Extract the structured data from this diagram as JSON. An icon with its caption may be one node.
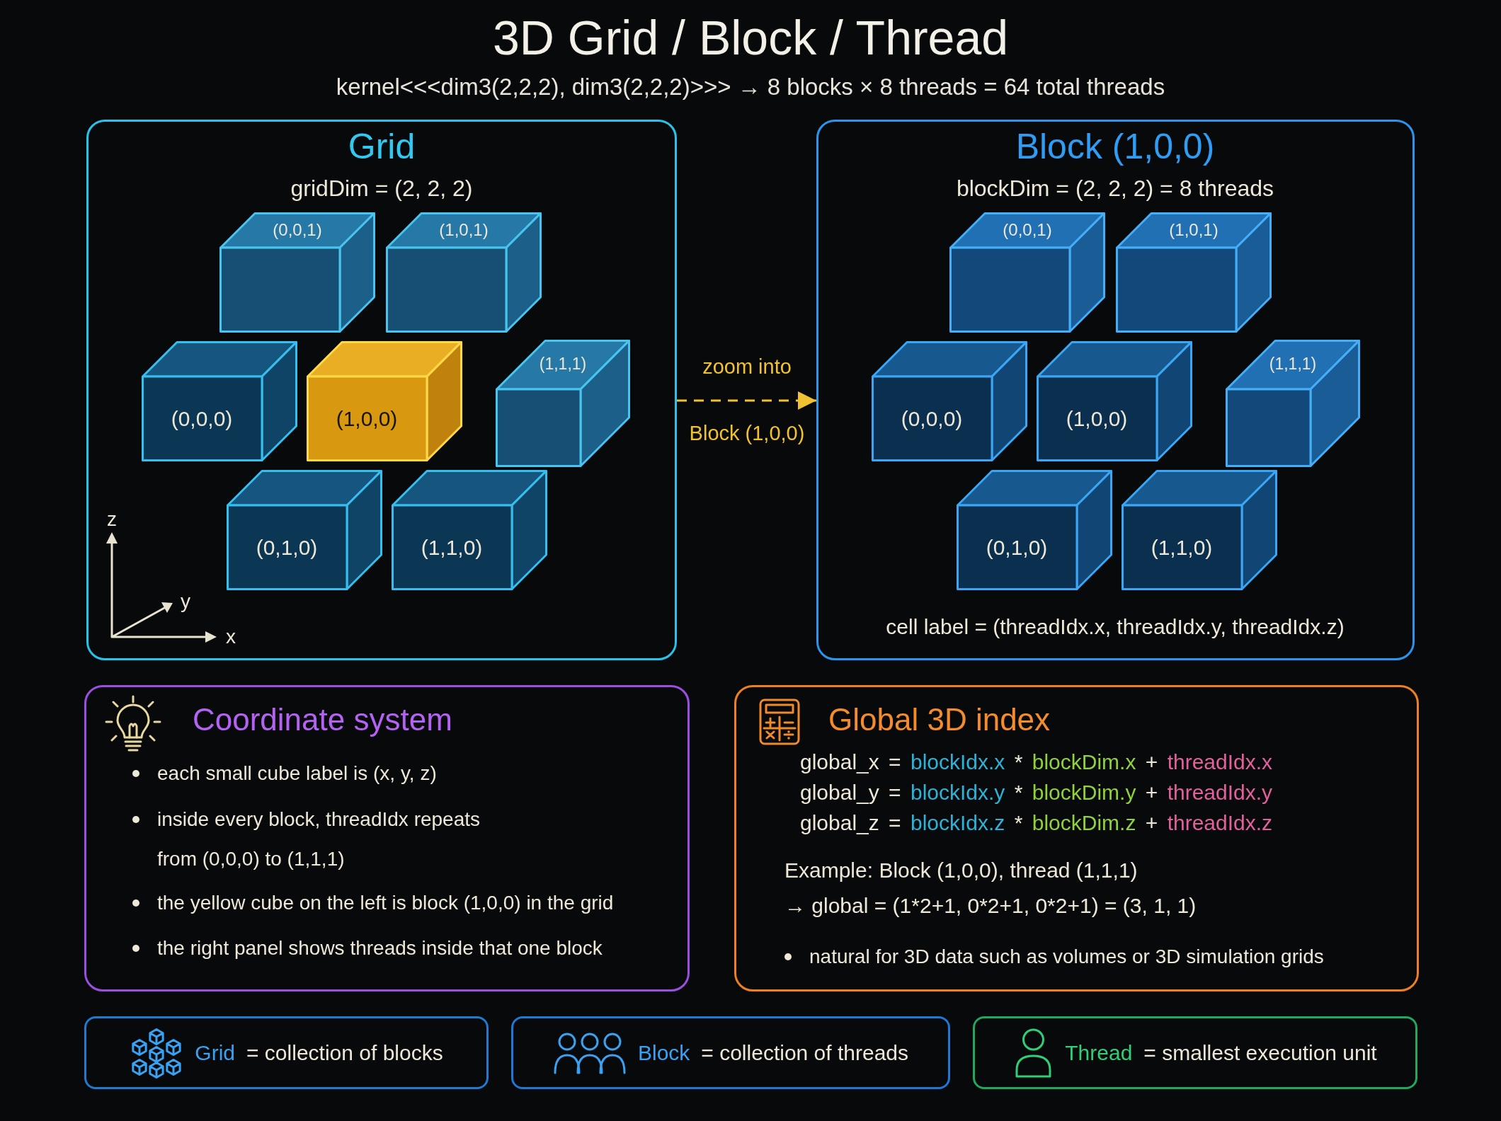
{
  "diagram": {
    "title": "3D Grid / Block / Thread",
    "nodes": [
      {
        "text": [
          "Grid",
          "gridDim = (2, 2, 2)"
        ]
      },
      {
        "text": [
          "(0,0,1)"
        ],
        "in": 0
      },
      {
        "text": [
          "(1,0,1)"
        ],
        "in": 0
      },
      {
        "text": [
          "(0,0,0)"
        ],
        "in": 0
      },
      {
        "text": [
          "(1,0,0)"
        ],
        "in": 0
      },
      {
        "text": [
          "(1,1,1)"
        ],
        "in": 0
      },
      {
        "text": [
          "(0,1,0)"
        ],
        "in": 0
      },
      {
        "text": [
          "(1,1,0)"
        ],
        "in": 0
      },
      {
        "text": [
          "Block (1,0,0)",
          "blockDim = (2, 2, 2) = 8 threads",
          "cell label = (threadIdx.x, threadIdx.y, threadIdx.z)"
        ]
      },
      {
        "text": [
          "(0,0,1)"
        ],
        "in": 8
      },
      {
        "text": [
          "(1,0,1)"
        ],
        "in": 8
      },
      {
        "text": [
          "(0,0,0)"
        ],
        "in": 8
      },
      {
        "text": [
          "(1,0,0)"
        ],
        "in": 8
      },
      {
        "text": [
          "(1,1,1)"
        ],
        "in": 8
      },
      {
        "text": [
          "(0,1,0)"
        ],
        "in": 8
      },
      {
        "text": [
          "(1,1,0)"
        ],
        "in": 8
      },
      {
        "text": [
          "Coordinate system",
          "each small cube label is (x, y, z)",
          "inside every block, threadIdx repeats from (0,0,0) to (1,1,1)",
          "the yellow cube on the left is block (1,0,0) in the grid",
          "the right panel shows threads inside that one block"
        ]
      },
      {
        "text": [
          "Global 3D index",
          "global_x = blockIdx.x * blockDim.x + threadIdx.x",
          "global_y = blockIdx.y * blockDim.y + threadIdx.y",
          "global_z = blockIdx.z * blockDim.z + threadIdx.z",
          "Example: Block (1,0,0), thread (1,1,1)",
          "→ global = (1*2+1, 0*2+1, 0*2+1) = (3, 1, 1)",
          "natural for 3D data such as volumes or 3D simulation grids"
        ]
      },
      {
        "text": [
          "Grid",
          "= collection of blocks"
        ]
      },
      {
        "text": [
          "Block",
          "= collection of threads"
        ]
      },
      {
        "text": [
          "Thread",
          "= smallest execution unit"
        ]
      }
    ],
    "edges": [
      {
        "from": 0,
        "to": 8,
        "arrow": "to",
        "label": "zoom into",
        "style": "dashed"
      }
    ],
    "labels": [
      "kernel<<<dim3(2,2,2), dim3(2,2,2)>>> → 8 blocks × 8 threads = 64 total threads",
      "Block (1,0,0)",
      "z",
      "y",
      "x"
    ]
  }
}
